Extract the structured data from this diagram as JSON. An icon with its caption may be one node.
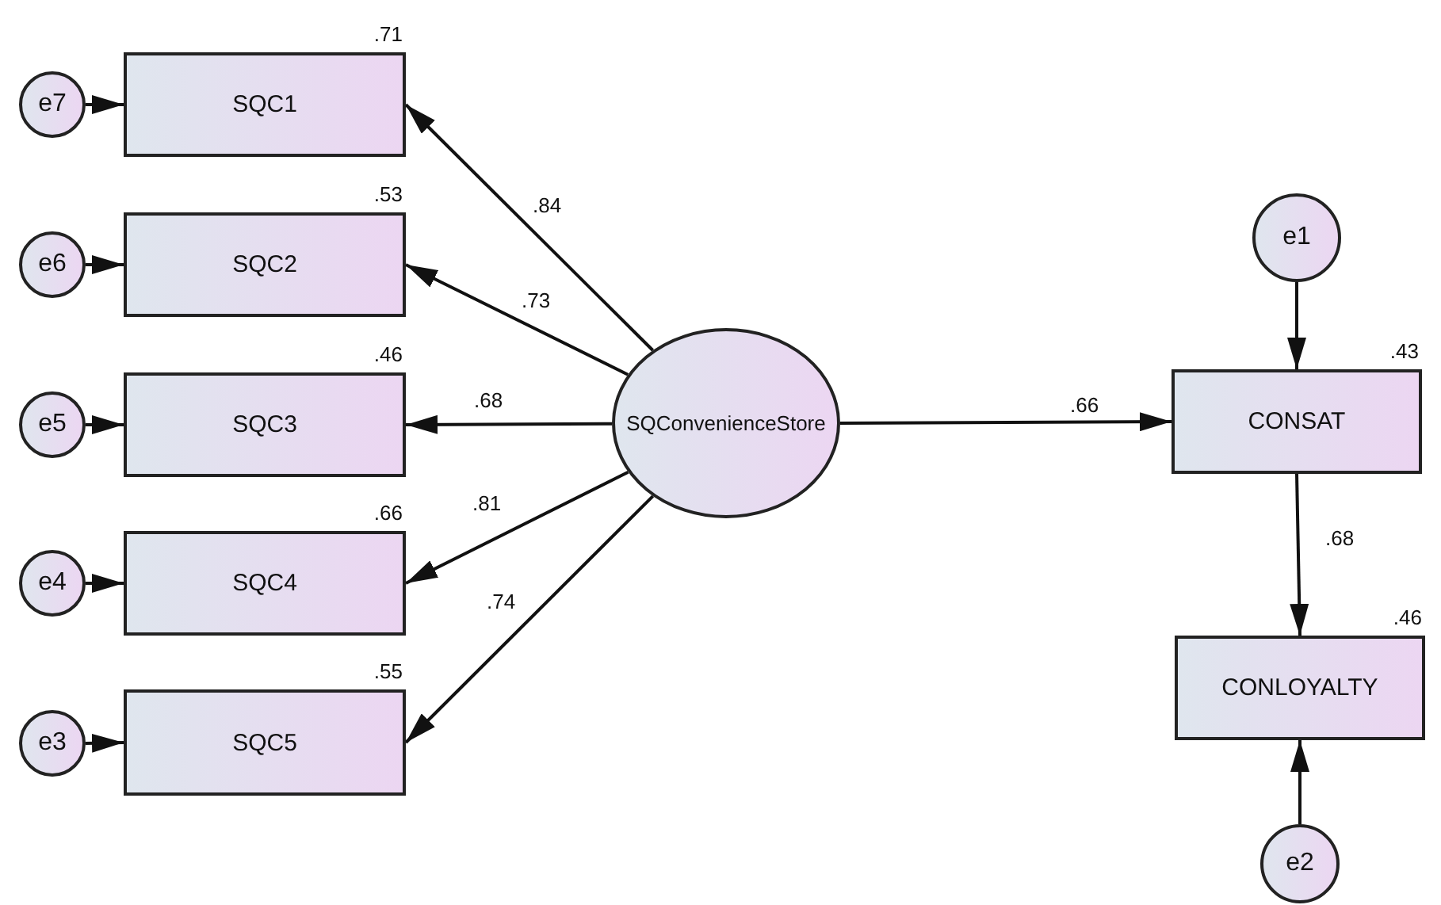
{
  "diagram": {
    "nodes": [
      {
        "text": [
          "SQC1"
        ],
        "beside": [
          ".71"
        ]
      },
      {
        "text": [
          "SQC2"
        ],
        "beside": [
          ".53"
        ]
      },
      {
        "text": [
          "SQC3"
        ],
        "beside": [
          ".46"
        ]
      },
      {
        "text": [
          "SQC4"
        ],
        "beside": [
          ".66"
        ]
      },
      {
        "text": [
          "SQC5"
        ],
        "beside": [
          ".55"
        ]
      },
      {
        "text": [
          "e7"
        ]
      },
      {
        "text": [
          "e6"
        ]
      },
      {
        "text": [
          "e5"
        ]
      },
      {
        "text": [
          "e4"
        ]
      },
      {
        "text": [
          "e3"
        ]
      },
      {
        "text": [
          "SQConvenienceStore"
        ]
      },
      {
        "text": [
          "e1"
        ]
      },
      {
        "text": [
          "CONSAT"
        ],
        "beside": [
          ".43"
        ]
      },
      {
        "text": [
          "CONLOYALTY"
        ],
        "beside": [
          ".46"
        ]
      },
      {
        "text": [
          "e2"
        ]
      }
    ],
    "edges": [
      {
        "from": 5,
        "to": 0,
        "arrow": "to"
      },
      {
        "from": 6,
        "to": 1,
        "arrow": "to"
      },
      {
        "from": 7,
        "to": 2,
        "arrow": "to"
      },
      {
        "from": 8,
        "to": 3,
        "arrow": "to"
      },
      {
        "from": 9,
        "to": 4,
        "arrow": "to"
      },
      {
        "from": 10,
        "to": 0,
        "arrow": "to",
        "label": ".84"
      },
      {
        "from": 10,
        "to": 1,
        "arrow": "to",
        "label": ".73"
      },
      {
        "from": 10,
        "to": 2,
        "arrow": "to",
        "label": ".68"
      },
      {
        "from": 10,
        "to": 3,
        "arrow": "to",
        "label": ".81"
      },
      {
        "from": 10,
        "to": 4,
        "arrow": "to",
        "label": ".74"
      },
      {
        "from": 10,
        "to": 12,
        "arrow": "to",
        "label": ".66"
      },
      {
        "from": 11,
        "to": 12,
        "arrow": "to"
      },
      {
        "from": 12,
        "to": 13,
        "arrow": "to",
        "label": ".68"
      },
      {
        "from": 14,
        "to": 13,
        "arrow": "to"
      }
    ]
  }
}
